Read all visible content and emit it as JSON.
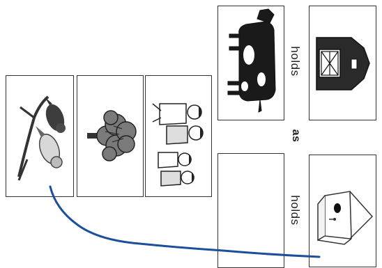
{
  "analogy": {
    "word_top": "holds",
    "word_middle": "as",
    "word_bottom": "holds"
  },
  "cards": {
    "barn": {
      "icon": "barn-icon"
    },
    "cow": {
      "icon": "cow-icon"
    },
    "birdhouse": {
      "icon": "birdhouse-icon"
    },
    "answer_blank": {
      "icon": ""
    }
  },
  "choices": [
    {
      "icon": "birds-icon"
    },
    {
      "icon": "tree-icon"
    },
    {
      "icon": "family-icon"
    }
  ],
  "colors": {
    "connector_line": "#1b4f9c",
    "card_border": "#333333",
    "barn_fill": "#2a2a2a"
  }
}
